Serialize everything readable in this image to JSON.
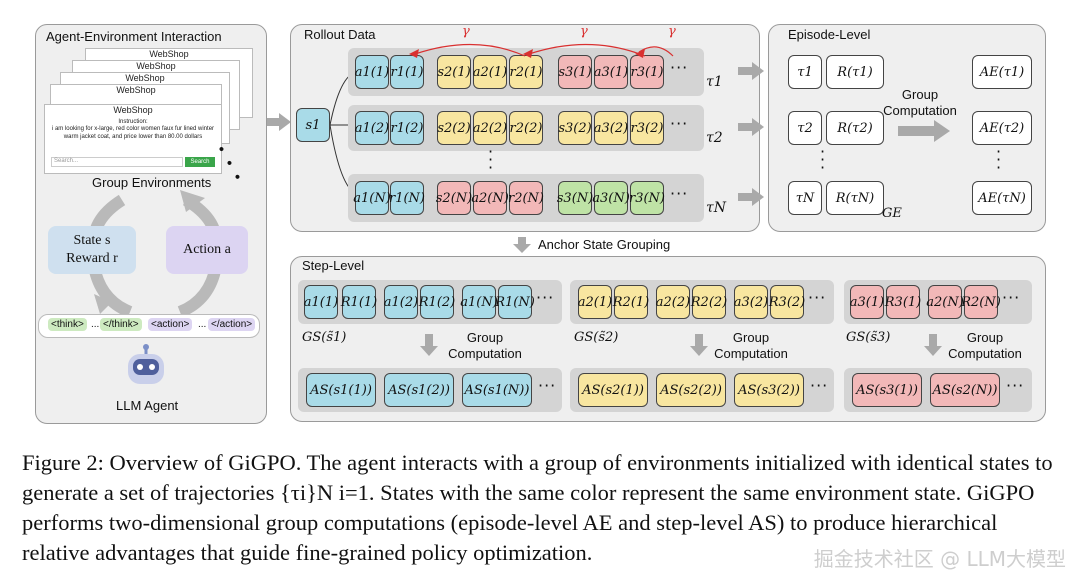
{
  "panels": {
    "agent_env": "Agent-Environment Interaction",
    "rollout": "Rollout Data",
    "episode": "Episode-Level",
    "step": "Step-Level"
  },
  "webshop": {
    "title": "WebShop",
    "instruction_heading": "Instruction:",
    "instruction_text": "i am looking for x-large, red color women faux fur lined winter warm jacket coat, and price lower than 80.00 dollars",
    "search_placeholder": "Search...",
    "search_button": "Search"
  },
  "group_environments": "Group Environments",
  "state_label": "State s",
  "reward_label": "Reward r",
  "action_label": "Action a",
  "tags": {
    "think_open": "<think>",
    "think_close": "</think>",
    "action_open": "<action>",
    "action_close": "</action>",
    "ellipsis": "..."
  },
  "llm_agent": "LLM Agent",
  "s1": "s1",
  "gamma": "γ",
  "rollout_rows": [
    {
      "tau": "τ1",
      "items": [
        "a1(1)",
        "r1(1)",
        "s2(1)",
        "a2(1)",
        "r2(1)",
        "s3(1)",
        "a3(1)",
        "r3(1)"
      ]
    },
    {
      "tau": "τ2",
      "items": [
        "a1(2)",
        "r1(2)",
        "s2(2)",
        "a2(2)",
        "r2(2)",
        "s3(2)",
        "a3(2)",
        "r3(2)"
      ]
    },
    {
      "tau": "τN",
      "items": [
        "a1(N)",
        "r1(N)",
        "s2(N)",
        "a2(N)",
        "r2(N)",
        "s3(N)",
        "a3(N)",
        "r3(N)"
      ]
    }
  ],
  "episode": {
    "taus": [
      "τ1",
      "τ2",
      "τN"
    ],
    "returns": [
      "R(τ1)",
      "R(τ2)",
      "R(τN)"
    ],
    "group_computation": "Group\nComputation",
    "advantages": [
      "AE(τ1)",
      "AE(τ2)",
      "AE(τN)"
    ],
    "group_label": "GE"
  },
  "anchor": "Anchor State Grouping",
  "step": {
    "groups": [
      {
        "label": "GS(s̃1)",
        "items": [
          "a1(1)",
          "R1(1)",
          "a1(2)",
          "R1(2)",
          "a1(N)",
          "R1(N)"
        ],
        "adv": [
          "AS(s1(1))",
          "AS(s1(2))",
          "AS(s1(N))"
        ]
      },
      {
        "label": "GS(s̃2)",
        "items": [
          "a2(1)",
          "R2(1)",
          "a2(2)",
          "R2(2)",
          "a3(2)",
          "R3(2)"
        ],
        "adv": [
          "AS(s2(1))",
          "AS(s2(2))",
          "AS(s3(2))"
        ]
      },
      {
        "label": "GS(s̃3)",
        "items": [
          "a3(1)",
          "R3(1)",
          "a2(N)",
          "R2(N)"
        ],
        "adv": [
          "AS(s3(1))",
          "AS(s2(N))"
        ]
      }
    ],
    "group_computation": "Group\nComputation"
  },
  "caption": "Figure 2: Overview of GiGPO. The agent interacts with a group of environments initialized with identical states to generate a set of trajectories {τi}N i=1. States with the same color represent the same environment state. GiGPO performs two-dimensional group computations (episode-level AE and step-level AS) to produce hierarchical relative advantages that guide fine-grained policy optimization.",
  "watermark": "掘金技术社区 @ LLM大模型",
  "colors": {
    "blue": "#a9dbe8",
    "yellow": "#f8e6a0",
    "red": "#f2b8b8",
    "green": "#bfe3a6",
    "gamma": "#d93030"
  }
}
